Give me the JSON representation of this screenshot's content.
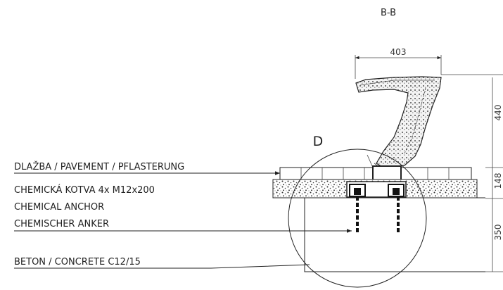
{
  "section_title": "B-B",
  "detail_marker": "D",
  "dimensions": {
    "width_top": "403",
    "height_seat": "440",
    "height_slab": "148",
    "height_foundation": "350"
  },
  "labels": {
    "pavement": "DLAŽBA / PAVEMENT / PFLASTERUNG",
    "anchor_cz": "CHEMICKÁ KOTVA 4x M12x200",
    "anchor_en": "CHEMICAL ANCHOR",
    "anchor_de": "CHEMISCHER ANKER",
    "concrete": "BETON / CONCRETE C12/15"
  }
}
